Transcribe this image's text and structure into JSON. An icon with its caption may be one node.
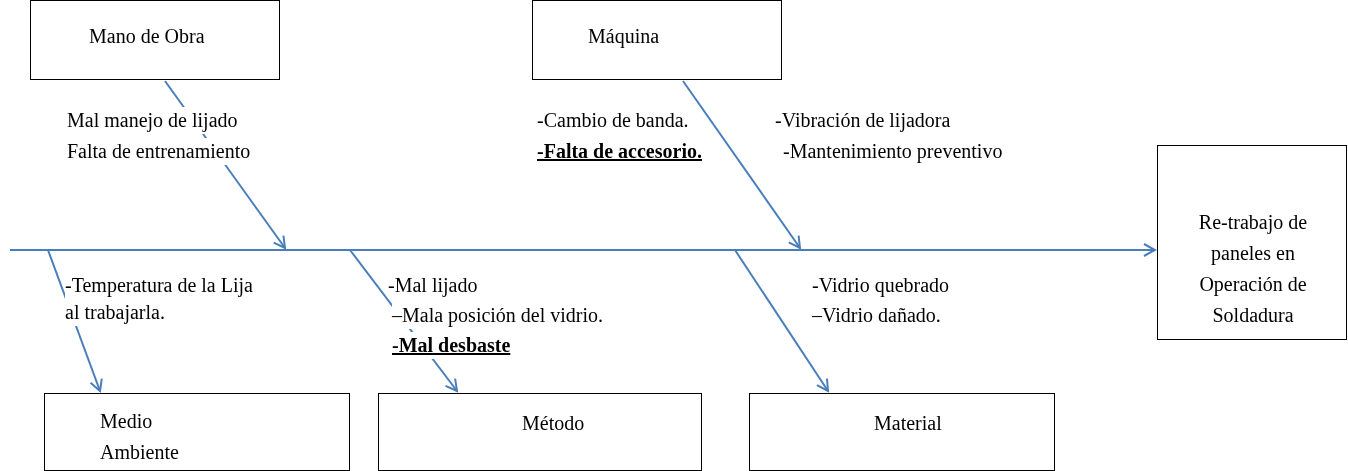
{
  "diagram": {
    "nodes": [
      {
        "text": [
          "Mano de Obra"
        ]
      },
      {
        "text": [
          "Máquina"
        ]
      },
      {
        "text": [
          "Re-trabajo de paneles en Operación de Soldadura"
        ]
      },
      {
        "text": [
          "Medio Ambiente"
        ]
      },
      {
        "text": [
          "Método"
        ]
      },
      {
        "text": [
          "Material"
        ]
      }
    ],
    "edges": [
      {
        "from": 0,
        "to": null,
        "arrow": "to"
      },
      {
        "from": 1,
        "to": null,
        "arrow": "to"
      },
      {
        "from": null,
        "to": 2,
        "arrow": "to"
      },
      {
        "from": null,
        "to": 3,
        "arrow": "to"
      },
      {
        "from": null,
        "to": 4,
        "arrow": "to"
      },
      {
        "from": null,
        "to": 5,
        "arrow": "to"
      }
    ],
    "labels": [
      "Mal manejo de lijado",
      "Falta de entrenamiento",
      "-Cambio de banda.",
      "-Vibración de lijadora",
      "-Falta de accesorio.",
      "-Mantenimiento preventivo",
      "-Temperatura de  la Lija al trabajarla.",
      "-Mal lijado",
      "–Mala posición del vidrio.",
      "-Mal desbaste",
      "-Vidrio quebrado",
      "–Vidrio dañado."
    ]
  }
}
